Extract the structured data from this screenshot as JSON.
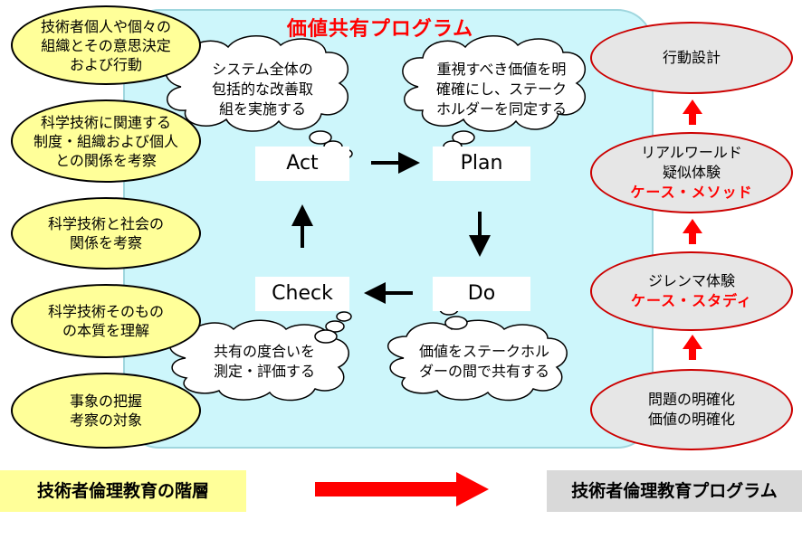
{
  "program_title": "価値共有プログラム",
  "pdca": {
    "act": "Act",
    "plan": "Plan",
    "check": "Check",
    "do": "Do"
  },
  "clouds": {
    "act": "システム全体の\n包括的な改善取\n組を実施する",
    "plan": "重視すべき価値を明\n確確にし、ステーク\nホルダーを同定する",
    "check": "共有の度合いを\n測定・評価する",
    "do": "価値をステークホル\nダーの間で共有する"
  },
  "hierarchy": [
    "技術者個人や個々の\n組織とその意思決定\nおよび行動",
    "科学技術に関連する\n制度・組織および個人\nとの関係を考察",
    "科学技術と社会の\n関係を考察",
    "科学技術そのもの\nの本質を理解",
    "事象の把握\n考察の対象"
  ],
  "program_steps": [
    {
      "line1": "行動設計",
      "line2": "",
      "highlight": ""
    },
    {
      "line1": "リアルワールド",
      "line2": "疑似体験",
      "highlight": "ケース・メソッド"
    },
    {
      "line1": "ジレンマ体験",
      "line2": "",
      "highlight": "ケース・スタディ"
    },
    {
      "line1": "問題の明確化",
      "line2": "価値の明確化",
      "highlight": ""
    }
  ],
  "footer": {
    "left": "技術者倫理教育の階層",
    "right": "技術者倫理教育プログラム"
  },
  "colors": {
    "panel": "#cdf6fb",
    "yellow": "#ffff99",
    "accent_red": "#ff0000",
    "grey": "#e6e6e6"
  }
}
